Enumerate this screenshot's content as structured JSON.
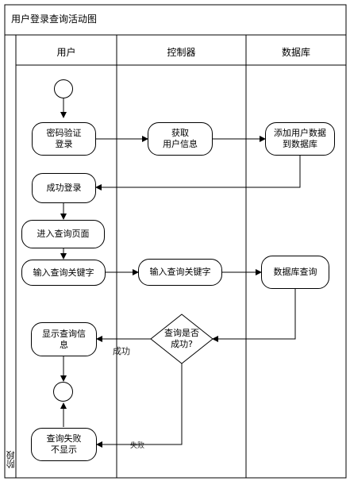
{
  "title": "用户登录查询活动图",
  "stage_label": "阶段",
  "lanes": {
    "user": "用户",
    "controller": "控制器",
    "database": "数据库"
  },
  "nodes": {
    "password_verify": "密码验证\n登录",
    "get_user_info": "获取\n用户信息",
    "add_user_data": "添加用户数据\n到数据库",
    "login_success": "成功登录",
    "enter_query_page": "进入查询页面",
    "input_keyword_user": "输入查询关键字",
    "input_keyword_ctrl": "输入查询关键字",
    "db_query": "数据库查询",
    "query_success": "查询是否\n成功?",
    "show_query_info": "显示查询信\n息",
    "query_fail": "查询失败\n不显示"
  },
  "edges": {
    "success": "成功",
    "fail": "失败"
  }
}
